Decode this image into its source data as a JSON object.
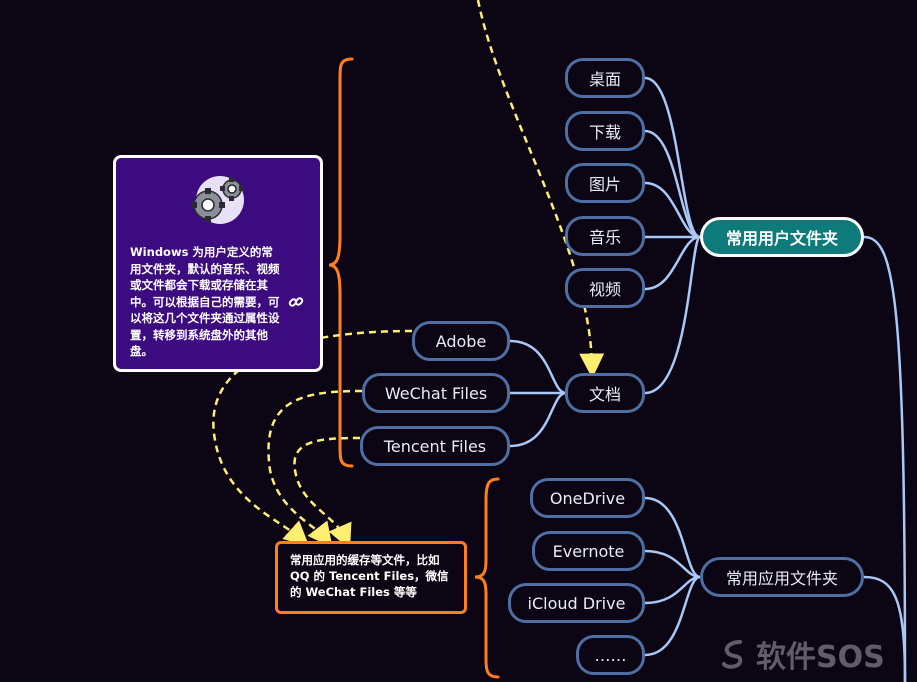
{
  "central_left": {
    "title": "常用用户文件夹",
    "items": [
      "桌面",
      "下载",
      "图片",
      "音乐",
      "视频",
      "文档"
    ]
  },
  "documents_children": [
    "Adobe",
    "WeChat Files",
    "Tencent Files"
  ],
  "central_app": {
    "title": "常用应用文件夹",
    "items": [
      "OneDrive",
      "Evernote",
      "iCloud Drive",
      "……"
    ]
  },
  "note": {
    "text": "Windows 为用户定义的常用文件夹，默认的音乐、视频或文件都会下载或存储在其中。可以根据自己的需要，可以将这几个文件夹通过属性设置，转移到系统盘外的其他盘。",
    "icon": "gears-icon",
    "link_icon": "link-icon"
  },
  "callout": {
    "text": "常用应用的缓存等文件，比如 QQ 的 Tencent Files，微信的 WeChat Files 等等"
  },
  "watermark": {
    "text": "软件SOS"
  },
  "colors": {
    "background": "#0b0514",
    "node_border": "#4f6fa3",
    "connector": "#a9c8f5",
    "brace": "#ff7f1a",
    "dashed_arrow": "#ffee70",
    "hub_main": "#0e7a7a",
    "note_bg": "#3d0b80"
  }
}
